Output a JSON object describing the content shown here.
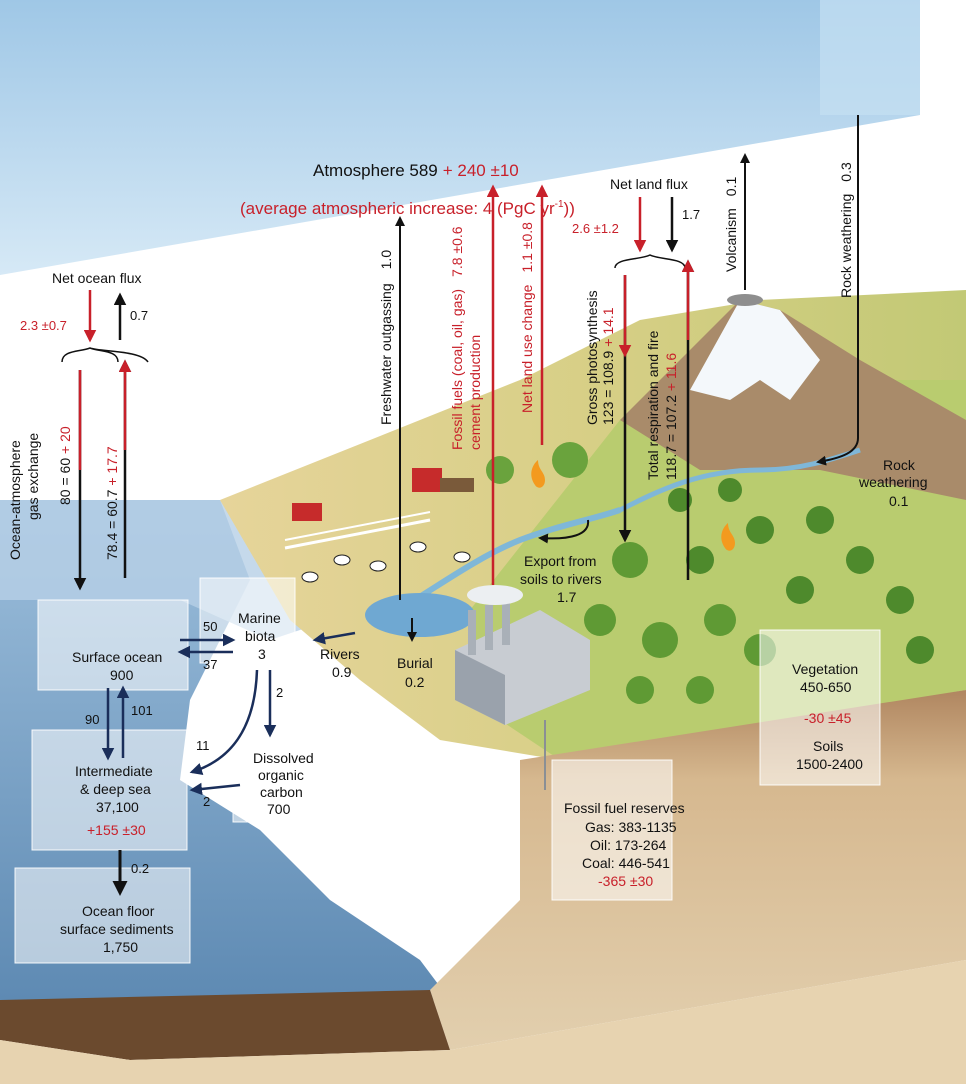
{
  "atmosphere": {
    "label": "Atmosphere 589",
    "increase": "+ 240 ±10",
    "avg_text": "(average atmospheric increase: 4 (PgC yr",
    "avg_sup": "-1",
    "avg_close": "))"
  },
  "ocean_flux": {
    "net_label": "Net ocean flux",
    "down_value": "2.3 ±0.7",
    "up_value": "0.7",
    "exchange_label_1": "Ocean-atmosphere",
    "exchange_label_2": "gas exchange",
    "down_flux_black": "80 = 60 ",
    "down_flux_red": "+ 20",
    "up_flux_black": "78.4 = 60.7 ",
    "up_flux_red": "+ 17.7"
  },
  "freshwater": {
    "label": "Freshwater outgassing",
    "value": "1.0"
  },
  "fossil": {
    "label_1": "Fossil fuels (coal, oil, gas)",
    "label_2": "cement production",
    "value": "7.8 ±0.6"
  },
  "land_use": {
    "label": "Net land use change",
    "value": "1.1 ±0.8"
  },
  "land_flux": {
    "net_label": "Net land flux",
    "down_value": "2.6 ±1.2",
    "up_value": "1.7",
    "gross_label": "Gross photosynthesis",
    "gross_black": "123 = 108.9 ",
    "gross_red": "+ 14.1",
    "resp_label": "Total respiration and fire",
    "resp_black": "118.7 = 107.2 ",
    "resp_red": "+ 11.6"
  },
  "volcanism": {
    "label": "Volcanism",
    "value": "0.1"
  },
  "rock_weathering_top": {
    "label": "Rock weathering",
    "value": "0.3"
  },
  "rock_weathering_ground": {
    "line1": "Rock",
    "line2": "weathering",
    "value": "0.1"
  },
  "export": {
    "line1": "Export from",
    "line2": "soils to rivers",
    "value": "1.7"
  },
  "rivers": {
    "label": "Rivers",
    "value": "0.9"
  },
  "burial": {
    "label": "Burial",
    "value": "0.2"
  },
  "surface_ocean": {
    "label": "Surface ocean",
    "value": "900"
  },
  "marine_biota": {
    "line1": "Marine",
    "line2": "biota",
    "value": "3"
  },
  "biota_flows": {
    "to_biota": "50",
    "to_surface": "37",
    "biota_to_doc": "2",
    "biota_to_deep": "11",
    "doc_to_deep": "2"
  },
  "deep_flows": {
    "down": "90",
    "up": "101"
  },
  "deep_sea": {
    "line1": "Intermediate",
    "line2": "& deep sea",
    "value": "37,100",
    "change": "+155 ±30"
  },
  "doc": {
    "line1": "Dissolved",
    "line2": "organic",
    "line3": "carbon",
    "value": "700"
  },
  "sediment_flux": "0.2",
  "ocean_floor": {
    "line1": "Ocean floor",
    "line2": "surface sediments",
    "value": "1,750"
  },
  "fossil_reserves": {
    "title": "Fossil fuel reserves",
    "gas": "Gas: 383-1135",
    "oil": "Oil: 173-264",
    "coal": "Coal: 446-541",
    "change": "-365 ±30"
  },
  "vegetation": {
    "label": "Vegetation",
    "value": "450-650",
    "change": "-30 ±45",
    "soils_label": "Soils",
    "soils_value": "1500-2400"
  },
  "colors": {
    "red": "#c8202a",
    "black": "#111111",
    "navy": "#1a2e5a",
    "sky": "#bcd9ef",
    "sea": "#7aa6cc",
    "land": "#d9c98a",
    "soil": "#c9a77c"
  }
}
